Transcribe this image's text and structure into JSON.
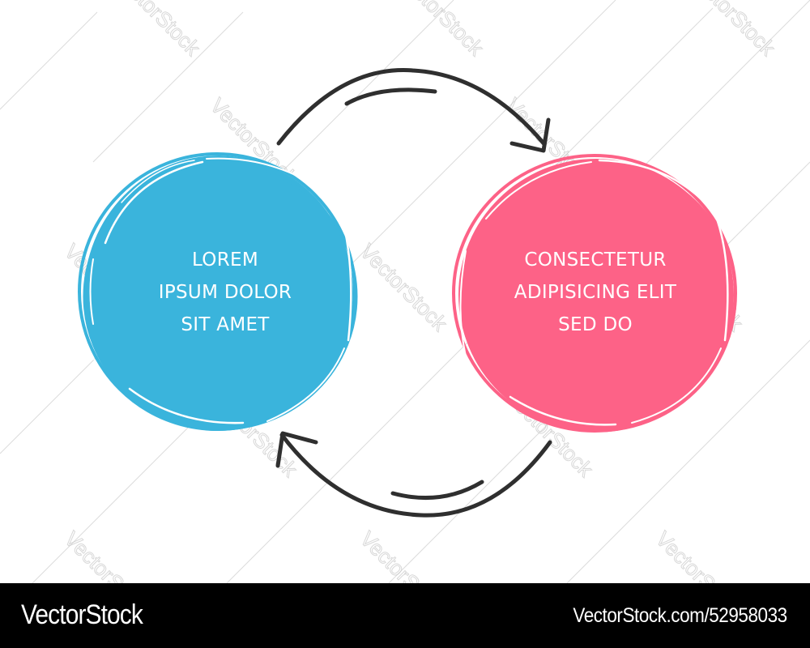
{
  "diagram": {
    "type": "two-step cycle",
    "nodes": [
      {
        "id": "left",
        "color": "#3ab4dc",
        "lines": [
          "LOREM",
          "IPSUM DOLOR",
          "SIT AMET"
        ]
      },
      {
        "id": "right",
        "color": "#fd6287",
        "lines": [
          "CONSECTETUR",
          "ADIPISICING ELIT",
          "SED DO"
        ]
      }
    ],
    "arrows": [
      {
        "from": "left",
        "to": "right",
        "position": "top",
        "color": "#2f2f2f"
      },
      {
        "from": "right",
        "to": "left",
        "position": "bottom",
        "color": "#2f2f2f"
      }
    ]
  },
  "watermark": {
    "text": "VectorStock"
  },
  "footer": {
    "brand": "VectorStock",
    "url": "VectorStock.com/52958033"
  }
}
